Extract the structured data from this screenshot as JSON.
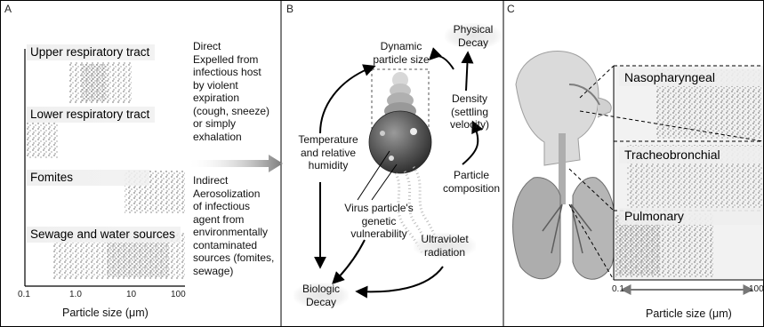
{
  "panel_a": {
    "letter": "A",
    "bands": [
      {
        "label": "Upper respiratory tract"
      },
      {
        "label": "Lower respiratory tract"
      },
      {
        "label": "Fomites"
      },
      {
        "label": "Sewage and water sources"
      }
    ],
    "direct": [
      "Direct",
      "Expelled from",
      "infectious host",
      "by violent",
      "expiration",
      "(cough, sneeze)",
      "or simply",
      "exhalation"
    ],
    "indirect": [
      "Indirect",
      "Aerosolization",
      "of infectious",
      "agent from",
      "environmentally",
      "contaminated",
      "sources (fomites,",
      "sewage)"
    ],
    "ticks": [
      "0.1",
      "1.0",
      "10",
      "100"
    ],
    "axis_title": "Particle size (μm)"
  },
  "panel_b": {
    "letter": "B",
    "physical_decay": [
      "Physical",
      "Decay"
    ],
    "dynamic_size": [
      "Dynamic",
      "particle size"
    ],
    "density": [
      "Density",
      "(settling",
      "velocity)"
    ],
    "temperature": [
      "Temperature",
      "and relative",
      "humidity"
    ],
    "composition": [
      "Particle",
      "composition"
    ],
    "genetic": [
      "Virus particle's",
      "genetic",
      "vulnerability"
    ],
    "ultraviolet": [
      "Ultraviolet",
      "radiation"
    ],
    "biologic": [
      "Biologic",
      "Decay"
    ]
  },
  "panel_c": {
    "letter": "C",
    "bands": [
      {
        "label": "Nasopharyngeal"
      },
      {
        "label": "Tracheobronchial"
      },
      {
        "label": "Pulmonary"
      }
    ],
    "ticks": [
      "0.1",
      "100"
    ],
    "axis_title": "Particle size (μm)"
  },
  "colors": {
    "stipple": "#4a4a4a",
    "arrow": "#000000",
    "arrow_gradient_end": "#808080",
    "band": "#f3f3f3"
  }
}
